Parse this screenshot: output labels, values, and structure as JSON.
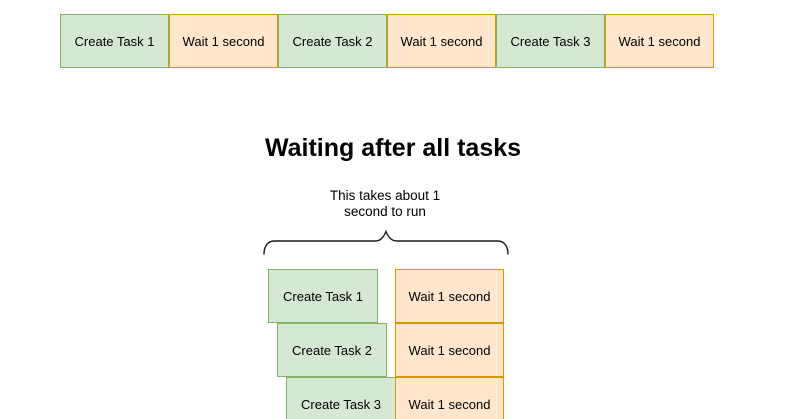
{
  "colors": {
    "task_fill": "#d5e8d4",
    "task_border": "#82b366",
    "wait_fill": "#ffe6cc",
    "wait_border": "#d79b00",
    "brace_stroke": "#1a1a1a",
    "text": "#000000"
  },
  "timeline": {
    "items": [
      {
        "label": "Create Task 1",
        "type": "task"
      },
      {
        "label": "Wait 1 second",
        "type": "wait"
      },
      {
        "label": "Create Task 2",
        "type": "task"
      },
      {
        "label": "Wait 1 second",
        "type": "wait"
      },
      {
        "label": "Create Task 3",
        "type": "task"
      },
      {
        "label": "Wait 1 second",
        "type": "wait"
      }
    ]
  },
  "section": {
    "title": "Waiting after all tasks",
    "annotation": {
      "line1": "This takes about 1",
      "line2": "second to run"
    },
    "rows": [
      {
        "task": "Create Task 1",
        "wait": "Wait 1 second"
      },
      {
        "task": "Create Task 2",
        "wait": "Wait 1 second"
      },
      {
        "task": "Create Task 3",
        "wait": "Wait 1 second"
      }
    ]
  }
}
